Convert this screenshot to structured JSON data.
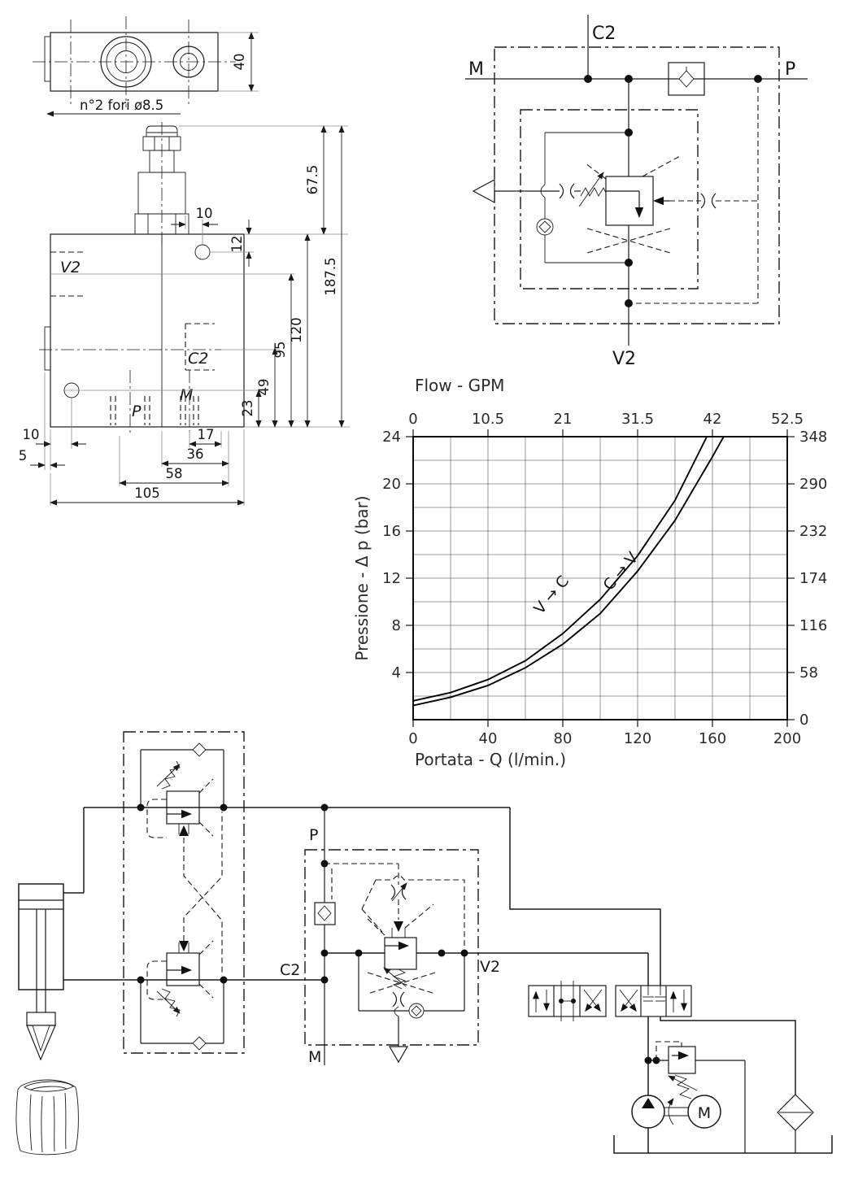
{
  "top_view": {
    "dim_height": "40",
    "holes_note": "n°2 fori ø8.5"
  },
  "front_view": {
    "port_v2": "V2",
    "port_c2": "C2",
    "port_p": "P",
    "port_m": "M",
    "dim_10_top": "10",
    "dim_12": "12",
    "dim_23": "23",
    "dim_49": "49",
    "dim_95": "95",
    "dim_120": "120",
    "dim_67_5": "67.5",
    "dim_187_5": "187.5",
    "dim_10_left": "10",
    "dim_5": "5",
    "dim_17": "17",
    "dim_36": "36",
    "dim_58": "58",
    "dim_105": "105"
  },
  "symbol_view": {
    "port_c2": "C2",
    "port_m": "M",
    "port_p": "P",
    "port_v2": "V2"
  },
  "chart_data": {
    "type": "line",
    "top_axis_title": "Flow - GPM",
    "bottom_axis_title": "Portata - Q (l/min.)",
    "left_axis_title": "Pressione - Δ p (bar)",
    "x_bottom_ticks": [
      "0",
      "40",
      "80",
      "120",
      "160",
      "200"
    ],
    "x_top_ticks": [
      "0",
      "10.5",
      "21",
      "31.5",
      "42",
      "52.5"
    ],
    "y_left_ticks": [
      "24",
      "20",
      "16",
      "12",
      "8",
      "4"
    ],
    "y_right_ticks": [
      "348",
      "290",
      "232",
      "174",
      "116",
      "58",
      "0"
    ],
    "xlim": [
      0,
      200
    ],
    "ylim": [
      0,
      24
    ],
    "grid_step_x": 20,
    "grid_step_y": 2,
    "grid": true,
    "series": [
      {
        "name": "V → C",
        "x": [
          0,
          20,
          40,
          60,
          80,
          100,
          120,
          140,
          157
        ],
        "y": [
          1.6,
          2.3,
          3.4,
          5.0,
          7.3,
          10.2,
          13.9,
          18.6,
          24
        ]
      },
      {
        "name": "C → V",
        "x": [
          0,
          20,
          40,
          60,
          80,
          100,
          120,
          140,
          160,
          166
        ],
        "y": [
          1.2,
          1.9,
          2.9,
          4.4,
          6.4,
          9.0,
          12.6,
          16.9,
          22.3,
          24
        ]
      }
    ],
    "curve_labels": [
      {
        "text": "V → C",
        "x": 76,
        "y": 10.3,
        "angle": -50
      },
      {
        "text": "C → V",
        "x": 113,
        "y": 12.3,
        "angle": -50
      }
    ]
  },
  "circuit": {
    "port_p": "P",
    "port_c2": "C2",
    "port_m": "M",
    "port_v2": "V2",
    "motor_label": "M"
  }
}
